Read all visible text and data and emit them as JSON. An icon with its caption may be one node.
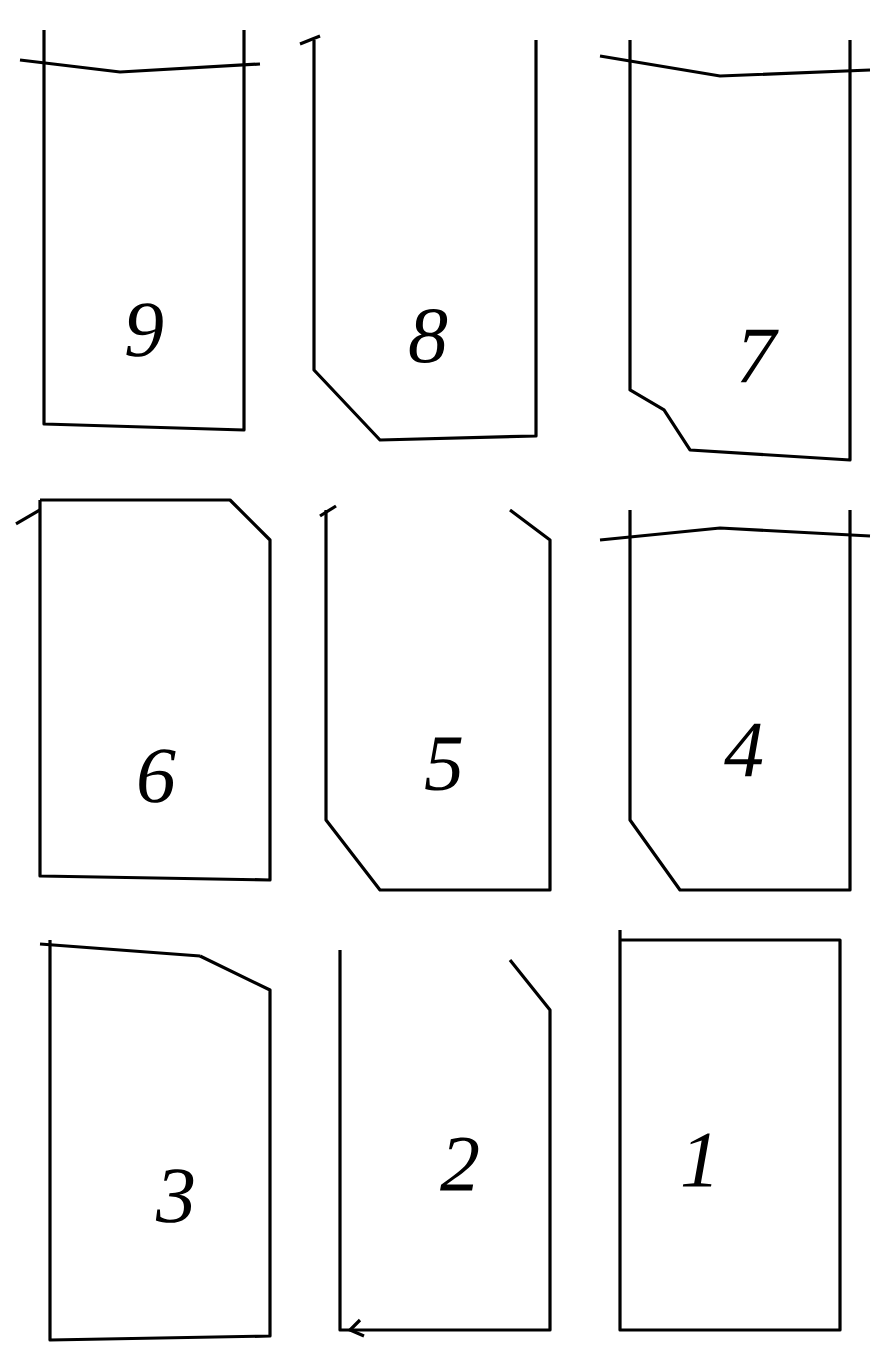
{
  "diagram": {
    "nodes": [
      {
        "text": [
          "9"
        ]
      },
      {
        "text": [
          "8"
        ]
      },
      {
        "text": [
          "7"
        ]
      },
      {
        "text": [
          "6"
        ]
      },
      {
        "text": [
          "5"
        ]
      },
      {
        "text": [
          "4"
        ]
      },
      {
        "text": [
          "3"
        ]
      },
      {
        "text": [
          "2"
        ]
      },
      {
        "text": [
          "1"
        ]
      }
    ]
  }
}
